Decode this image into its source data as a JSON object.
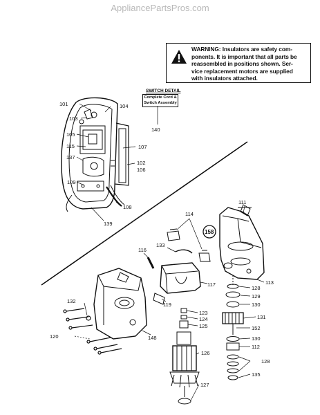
{
  "watermark": "AppliancePartsPros.com",
  "warning": {
    "icon": "warning-triangle-icon",
    "text_lines": [
      "WARNING: Insulators are safety com-",
      "ponents. It is important that all parts be",
      "reassembled in positions shown. Ser-",
      "vice replacement motors are supplied",
      "with insulators attached."
    ]
  },
  "switch_detail": {
    "title": "SWITCH DETAIL",
    "box_lines": [
      "Complete Cord &",
      "Switch Assembly"
    ]
  },
  "part_labels": {
    "p101": "101",
    "p103": "103",
    "p104": "104",
    "p105": "105",
    "p115": "115",
    "p107": "107",
    "p137": "137",
    "p102": "102",
    "p106": "106",
    "p109": "109",
    "p140": "140",
    "p108": "108",
    "p139": "139",
    "p111": "111",
    "p114": "114",
    "p158": "158",
    "p116": "116",
    "p133": "133",
    "p117": "117",
    "p113": "113",
    "p128a": "128",
    "p129": "129",
    "p130a": "130",
    "p119": "119",
    "p123": "123",
    "p124": "124",
    "p125": "125",
    "p131": "131",
    "p152": "152",
    "p132": "132",
    "p130b": "130",
    "p112": "112",
    "p120": "120",
    "p148": "148",
    "p126": "126",
    "p128b": "128",
    "p135": "135",
    "p127": "127"
  }
}
